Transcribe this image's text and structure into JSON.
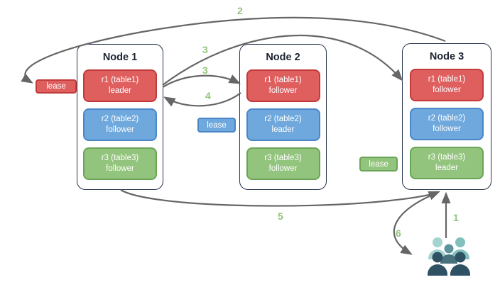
{
  "nodes": [
    {
      "title": "Node 1",
      "replicas": [
        {
          "name": "r1 (table1)",
          "role": "leader",
          "color": "red"
        },
        {
          "name": "r2 (table2)",
          "role": "follower",
          "color": "blue"
        },
        {
          "name": "r3 (table3)",
          "role": "follower",
          "color": "green"
        }
      ]
    },
    {
      "title": "Node 2",
      "replicas": [
        {
          "name": "r1 (table1)",
          "role": "follower",
          "color": "red"
        },
        {
          "name": "r2 (table2)",
          "role": "leader",
          "color": "blue"
        },
        {
          "name": "r3 (table3)",
          "role": "follower",
          "color": "green"
        }
      ]
    },
    {
      "title": "Node 3",
      "replicas": [
        {
          "name": "r1 (table1)",
          "role": "follower",
          "color": "red"
        },
        {
          "name": "r2 (table2)",
          "role": "follower",
          "color": "blue"
        },
        {
          "name": "r3 (table3)",
          "role": "leader",
          "color": "green"
        }
      ]
    }
  ],
  "leases": [
    {
      "label": "lease",
      "color": "red"
    },
    {
      "label": "lease",
      "color": "blue"
    },
    {
      "label": "lease",
      "color": "green"
    }
  ],
  "steps": {
    "one": "1",
    "two": "2",
    "three_a": "3",
    "three_b": "3",
    "four": "4",
    "five": "5",
    "six": "6"
  },
  "colors": {
    "red_fill": "#df5f5f",
    "red_border": "#c23b3b",
    "blue_fill": "#6fa8dc",
    "blue_border": "#4a86c8",
    "green_fill": "#93c47d",
    "green_border": "#69a556",
    "node_border": "#26334d",
    "arrow": "#666666",
    "step_label": "#93c47d",
    "title_text": "#1c2430",
    "users_light": "#a5d3d0",
    "users_teal": "#82c0bd",
    "users_mid": "#5d939b",
    "users_mid_body": "#46717d",
    "users_dark": "#2e5163"
  }
}
